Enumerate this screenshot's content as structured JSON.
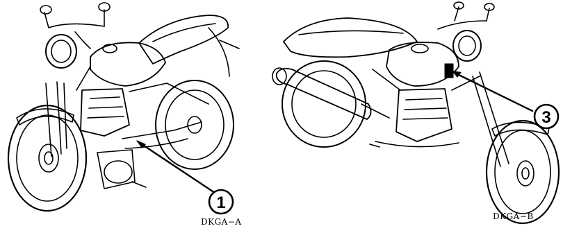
{
  "figures": [
    {
      "id": "left",
      "caption": "DKGA−A",
      "callout": "1"
    },
    {
      "id": "right",
      "caption": "DKGA−B",
      "callout": "3"
    }
  ],
  "colors": {
    "line": "#000000",
    "fill": "#ffffff"
  },
  "icons": [
    "motorcycle-left-view-icon",
    "motorcycle-right-view-icon"
  ]
}
